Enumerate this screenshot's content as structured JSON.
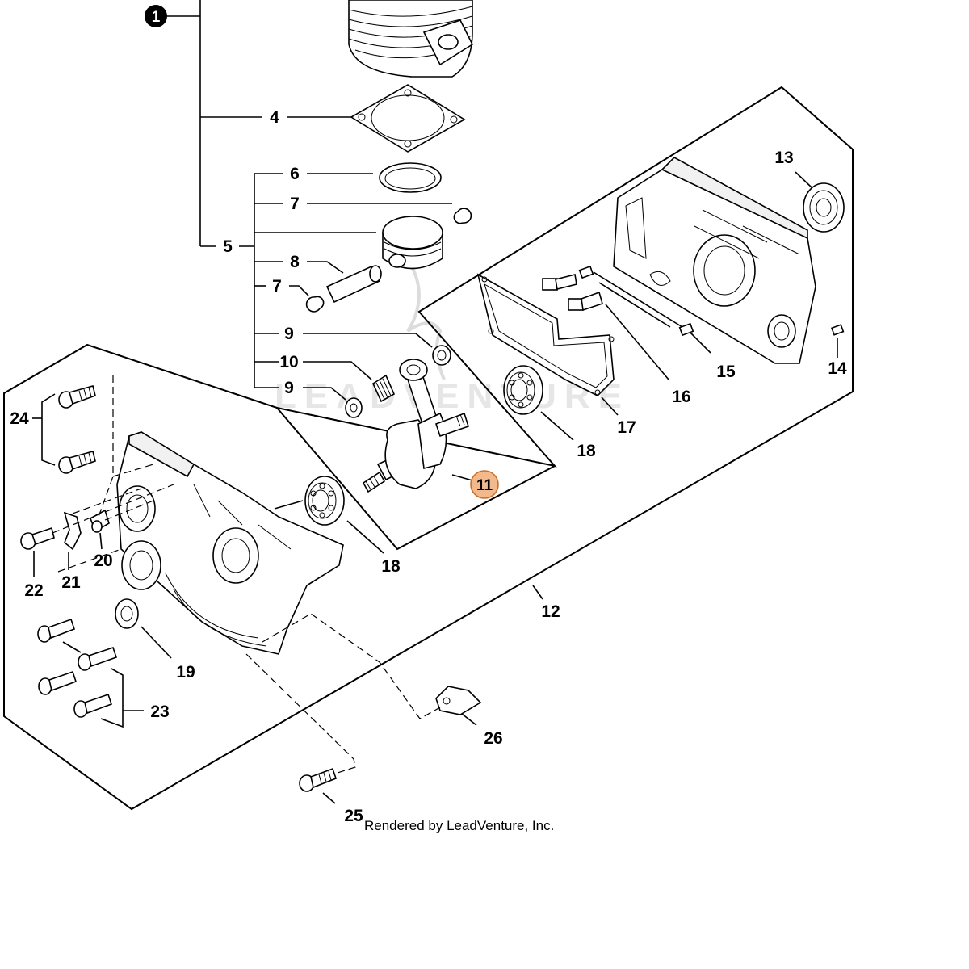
{
  "labels": {
    "l1": "1",
    "l4": "4",
    "l5": "5",
    "l6": "6",
    "l7a": "7",
    "l7b": "7",
    "l8": "8",
    "l9a": "9",
    "l9b": "9",
    "l10": "10",
    "l11": "11",
    "l12": "12",
    "l13": "13",
    "l14": "14",
    "l15": "15",
    "l16": "16",
    "l17": "17",
    "l18a": "18",
    "l18b": "18",
    "l19": "19",
    "l20": "20",
    "l21": "21",
    "l22": "22",
    "l23": "23",
    "l24": "24",
    "l25": "25",
    "l26": "26"
  },
  "credit": "Rendered by LeadVenture, Inc.",
  "watermark": "LEADVENTURE",
  "colors": {
    "highlight_fill": "#f2b98c",
    "highlight_stroke": "#c9702a",
    "callout_1_fill": "#000000",
    "callout_1_text": "#ffffff"
  }
}
